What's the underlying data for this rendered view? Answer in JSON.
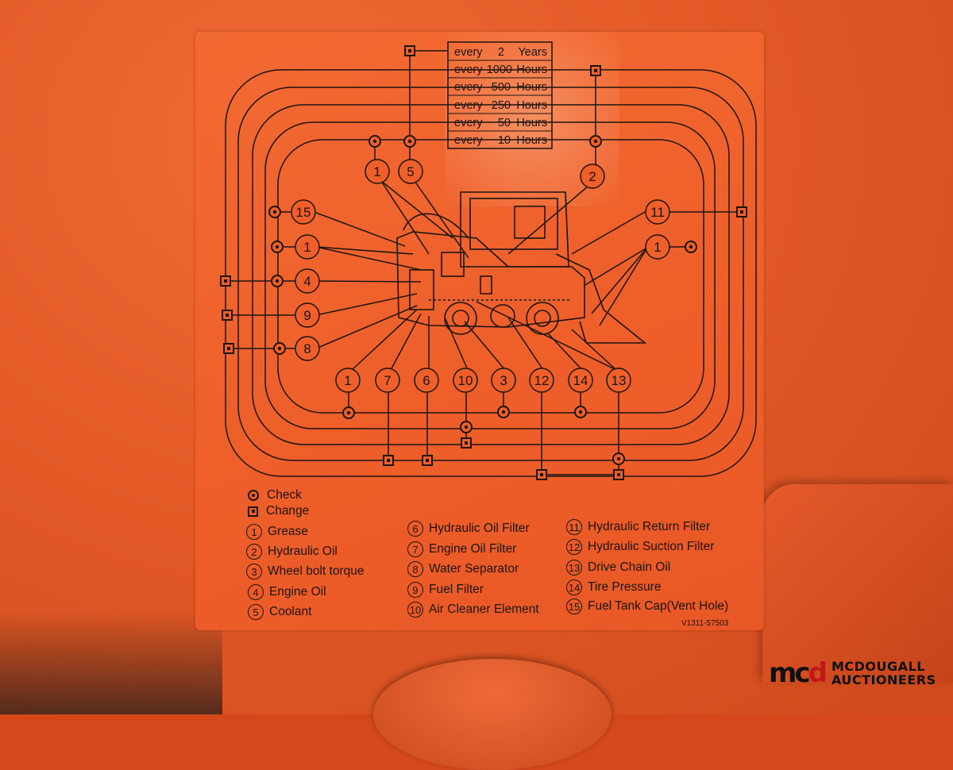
{
  "intervals": [
    {
      "every": "every",
      "amount": "2",
      "unit": "Years"
    },
    {
      "every": "every",
      "amount": "1000",
      "unit": "Hours"
    },
    {
      "every": "every",
      "amount": "500",
      "unit": "Hours"
    },
    {
      "every": "every",
      "amount": "250",
      "unit": "Hours"
    },
    {
      "every": "every",
      "amount": "50",
      "unit": "Hours"
    },
    {
      "every": "every",
      "amount": "10",
      "unit": "Hours"
    }
  ],
  "callouts": {
    "top_1": "1",
    "top_5": "5",
    "top_2": "2",
    "left_15": "15",
    "left_1": "1",
    "left_4": "4",
    "left_9": "9",
    "left_8": "8",
    "right_11": "11",
    "right_1": "1",
    "bottom_1": "1",
    "bottom_7": "7",
    "bottom_6": "6",
    "bottom_10": "10",
    "bottom_3": "3",
    "bottom_12": "12",
    "bottom_14": "14",
    "bottom_13": "13"
  },
  "legend": {
    "check": "Check",
    "change": "Change",
    "items": [
      {
        "num": "1",
        "label": "Grease"
      },
      {
        "num": "2",
        "label": "Hydraulic Oil"
      },
      {
        "num": "3",
        "label": "Wheel bolt torque"
      },
      {
        "num": "4",
        "label": "Engine Oil"
      },
      {
        "num": "5",
        "label": "Coolant"
      },
      {
        "num": "6",
        "label": "Hydraulic Oil Filter"
      },
      {
        "num": "7",
        "label": "Engine Oil Filter"
      },
      {
        "num": "8",
        "label": "Water Separator"
      },
      {
        "num": "9",
        "label": "Fuel Filter"
      },
      {
        "num": "10",
        "label": "Air Cleaner Element"
      },
      {
        "num": "11",
        "label": "Hydraulic Return Filter"
      },
      {
        "num": "12",
        "label": "Hydraulic Suction Filter"
      },
      {
        "num": "13",
        "label": "Drive Chain Oil"
      },
      {
        "num": "14",
        "label": "Tire Pressure"
      },
      {
        "num": "15",
        "label": "Fuel Tank Cap(Vent Hole)"
      }
    ]
  },
  "part_number": "V1311-57503",
  "watermark": {
    "mark": "mc",
    "mark_accent": "d",
    "line1": "MCDOUGALL",
    "line2": "AUCTIONEERS"
  },
  "colors": {
    "decal": "#ee5f2a",
    "ink": "#1d1410",
    "logo_red": "#c01818"
  }
}
